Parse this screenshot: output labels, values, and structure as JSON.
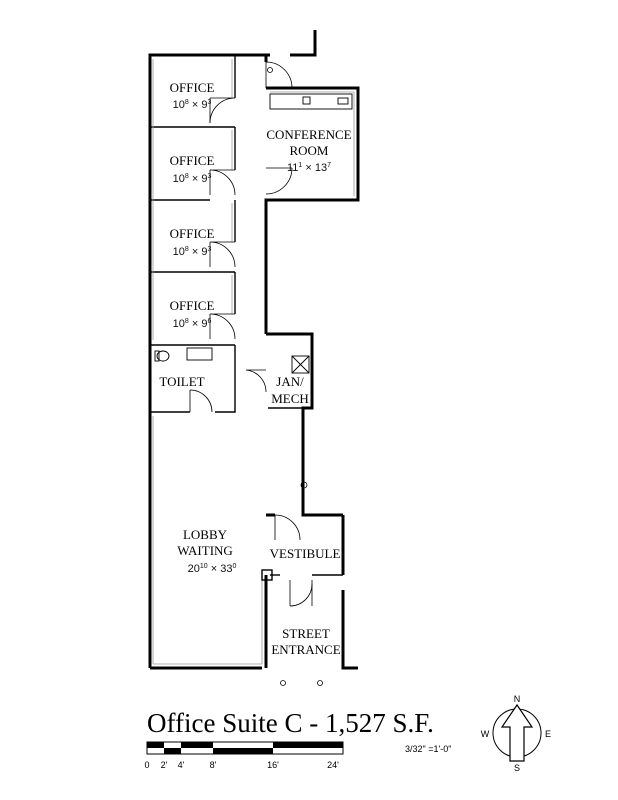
{
  "rooms": {
    "office1": {
      "name": "OFFICE",
      "w": "10",
      "w_sup": "8",
      "h": "9",
      "h_sup": "3"
    },
    "office2": {
      "name": "OFFICE",
      "w": "10",
      "w_sup": "8",
      "h": "9",
      "h_sup": "3"
    },
    "office3": {
      "name": "OFFICE",
      "w": "10",
      "w_sup": "8",
      "h": "9",
      "h_sup": "3"
    },
    "office4": {
      "name": "OFFICE",
      "w": "10",
      "w_sup": "8",
      "h": "9",
      "h_sup": "6"
    },
    "conference": {
      "line1": "CONFERENCE",
      "line2": "ROOM",
      "w": "11",
      "w_sup": "1",
      "h": "13",
      "h_sup": "7"
    },
    "toilet": {
      "name": "TOILET"
    },
    "jan_mech": {
      "line1": "JAN/",
      "line2": "MECH"
    },
    "lobby": {
      "line1": "LOBBY",
      "line2": "WAITING",
      "w": "20",
      "w_sup": "10",
      "h": "33",
      "h_sup": "0"
    },
    "vestibule": {
      "name": "VESTIBULE"
    },
    "street": {
      "line1": "STREET",
      "line2": "ENTRANCE"
    }
  },
  "dim_sep": " × ",
  "title": "Office Suite C - 1,527 S.F.",
  "scale": {
    "ratio": "3/32\" =1'-0\"",
    "ticks": [
      "0",
      "2'",
      "4'",
      "8'",
      "16'",
      "24'"
    ]
  },
  "compass": {
    "n": "N",
    "s": "S",
    "e": "E",
    "w": "W"
  }
}
